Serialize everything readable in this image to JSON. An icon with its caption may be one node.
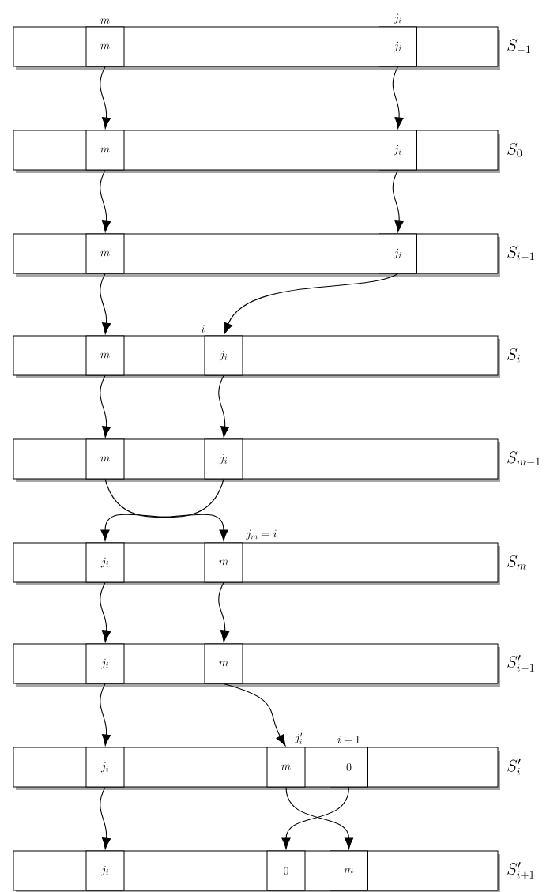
{
  "diagram": {
    "nodes": [
      {
        "text": [],
        "shape": "bar",
        "beside": [
          "S_{-1}"
        ]
      },
      {
        "text": [
          "m"
        ],
        "in": 0,
        "beside": [
          "m"
        ]
      },
      {
        "text": [
          "j_i"
        ],
        "in": 0,
        "beside": [
          "j_i"
        ]
      },
      {
        "text": [],
        "shape": "bar",
        "beside": [
          "S_0"
        ]
      },
      {
        "text": [
          "m"
        ],
        "in": 3
      },
      {
        "text": [
          "j_i"
        ],
        "in": 3
      },
      {
        "text": [],
        "shape": "bar",
        "beside": [
          "S_{i-1}"
        ]
      },
      {
        "text": [
          "m"
        ],
        "in": 6
      },
      {
        "text": [
          "j_i"
        ],
        "in": 6
      },
      {
        "text": [],
        "shape": "bar",
        "beside": [
          "S_i"
        ]
      },
      {
        "text": [
          "m"
        ],
        "in": 9
      },
      {
        "text": [
          "j_i"
        ],
        "in": 9,
        "beside": [
          "i"
        ]
      },
      {
        "text": [],
        "shape": "bar",
        "beside": [
          "S_{m-1}"
        ]
      },
      {
        "text": [
          "m"
        ],
        "in": 12
      },
      {
        "text": [
          "j_i"
        ],
        "in": 12
      },
      {
        "text": [],
        "shape": "bar",
        "beside": [
          "S_m"
        ]
      },
      {
        "text": [
          "j_i"
        ],
        "in": 15
      },
      {
        "text": [
          "m"
        ],
        "in": 15,
        "beside": [
          "j_m = i"
        ]
      },
      {
        "text": [],
        "shape": "bar",
        "beside": [
          "S'_{i-1}"
        ]
      },
      {
        "text": [
          "j_i"
        ],
        "in": 18
      },
      {
        "text": [
          "m"
        ],
        "in": 18
      },
      {
        "text": [],
        "shape": "bar",
        "beside": [
          "S'_i"
        ]
      },
      {
        "text": [
          "j_i"
        ],
        "in": 21
      },
      {
        "text": [
          "m"
        ],
        "in": 21,
        "beside": [
          "j'_i"
        ]
      },
      {
        "text": [
          "0"
        ],
        "in": 21,
        "beside": [
          "i+1"
        ]
      },
      {
        "text": [],
        "shape": "bar",
        "beside": [
          "S'_{i+1}"
        ]
      },
      {
        "text": [
          "j_i"
        ],
        "in": 25
      },
      {
        "text": [
          "0"
        ],
        "in": 25
      },
      {
        "text": [
          "m"
        ],
        "in": 25
      }
    ],
    "edges": [
      {
        "from": 1,
        "to": 4,
        "arrow": "to"
      },
      {
        "from": 2,
        "to": 5,
        "arrow": "to"
      },
      {
        "from": 4,
        "to": 7,
        "arrow": "to"
      },
      {
        "from": 5,
        "to": 8,
        "arrow": "to"
      },
      {
        "from": 7,
        "to": 10,
        "arrow": "to"
      },
      {
        "from": 8,
        "to": 11,
        "arrow": "to"
      },
      {
        "from": 10,
        "to": 13,
        "arrow": "to"
      },
      {
        "from": 11,
        "to": 14,
        "arrow": "to"
      },
      {
        "from": 13,
        "to": 17,
        "arrow": "to"
      },
      {
        "from": 14,
        "to": 16,
        "arrow": "to"
      },
      {
        "from": 16,
        "to": 19,
        "arrow": "to"
      },
      {
        "from": 17,
        "to": 20,
        "arrow": "to"
      },
      {
        "from": 19,
        "to": 22,
        "arrow": "to"
      },
      {
        "from": 20,
        "to": 23,
        "arrow": "to"
      },
      {
        "from": 22,
        "to": 26,
        "arrow": "to"
      },
      {
        "from": 23,
        "to": 28,
        "arrow": "to"
      },
      {
        "from": 24,
        "to": 27,
        "arrow": "to"
      }
    ]
  }
}
